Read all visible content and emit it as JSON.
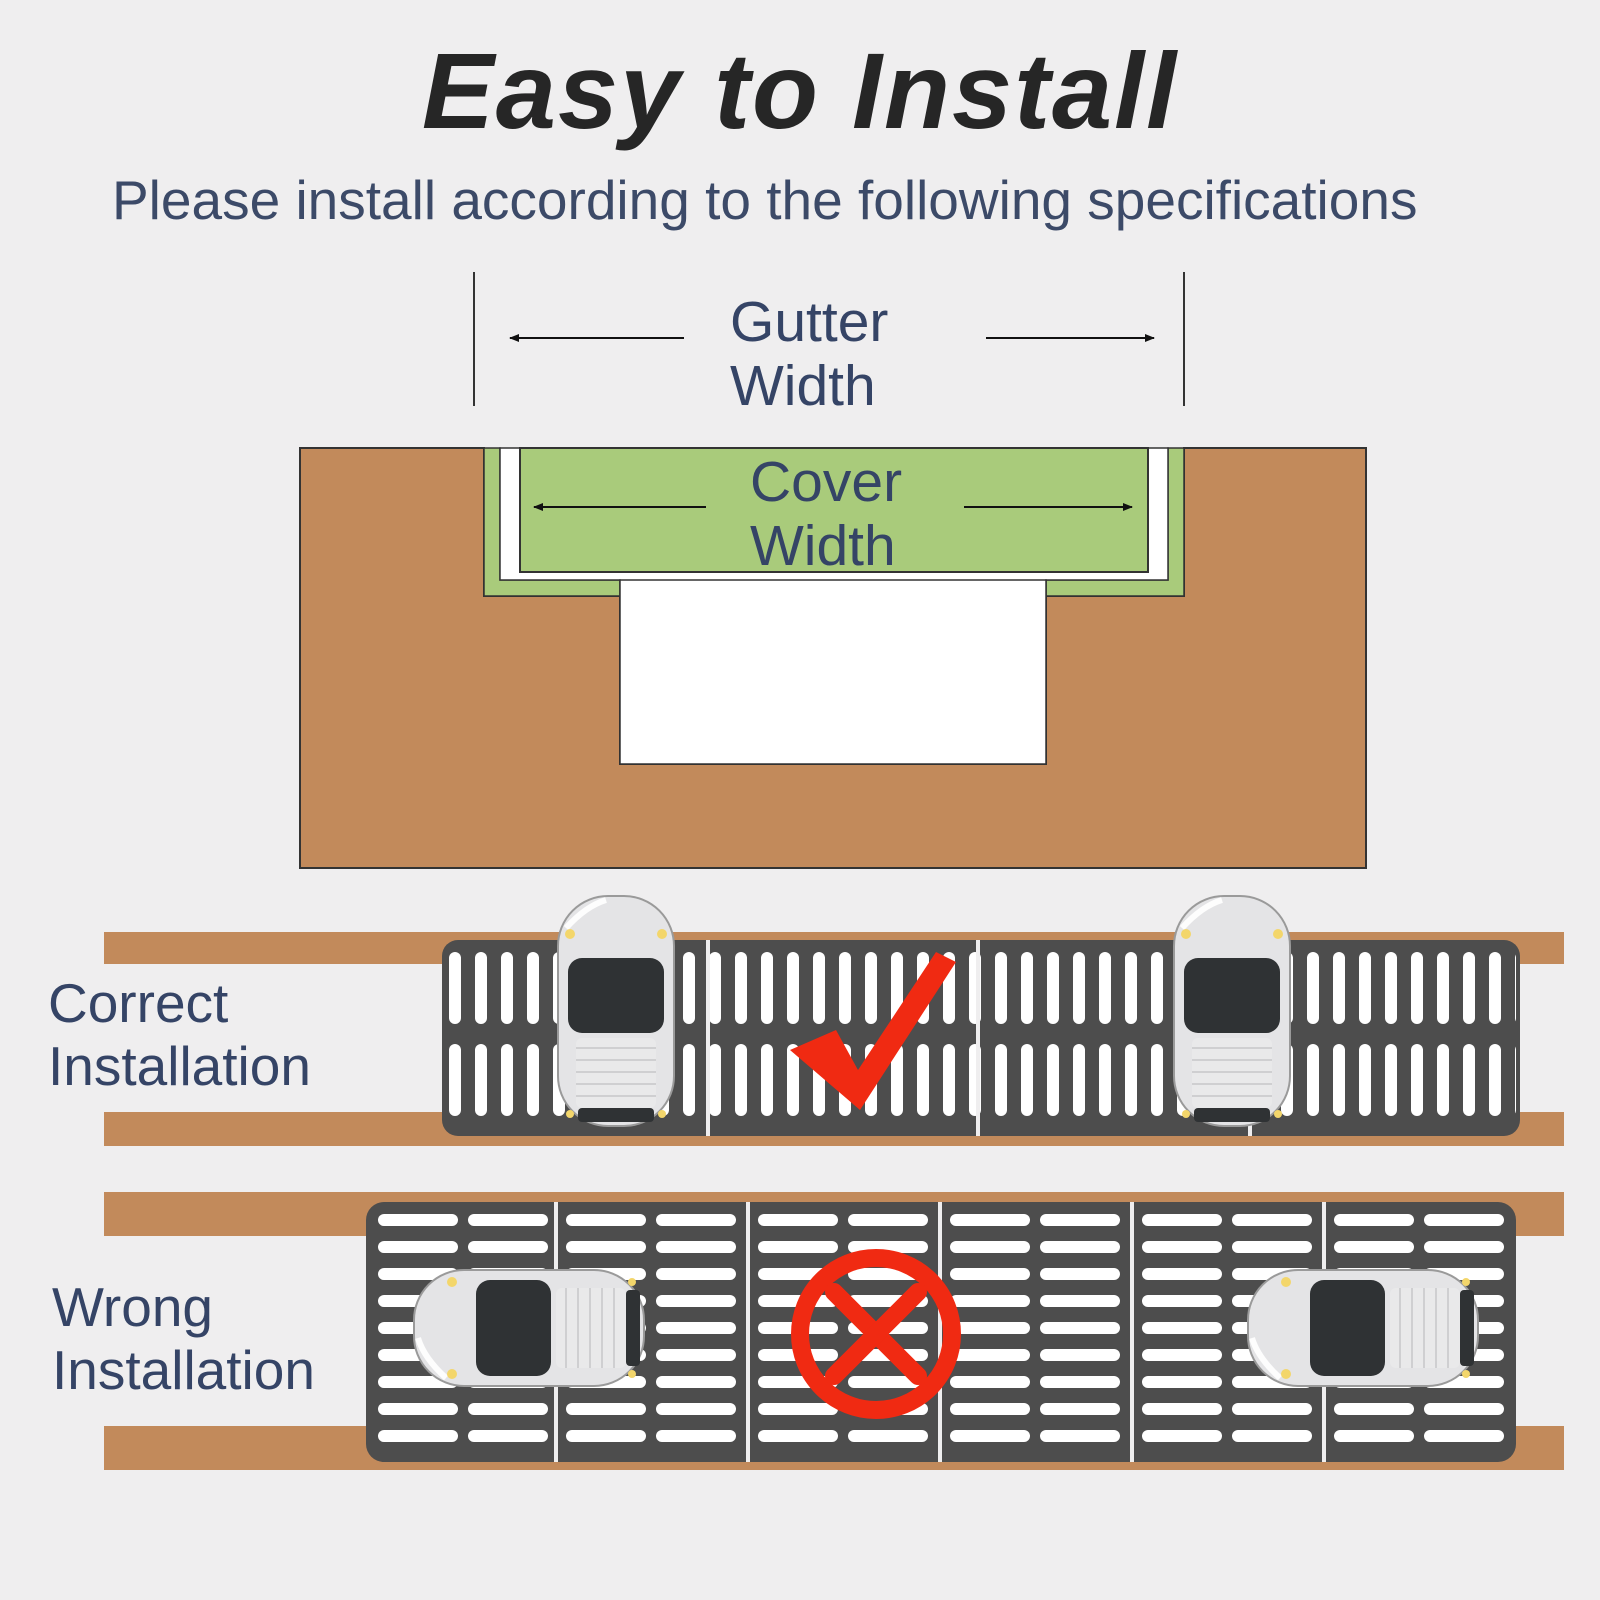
{
  "header": {
    "title": "Easy to Install",
    "subtitle": "Please install according to the following specifications"
  },
  "diagram": {
    "gutter_label": [
      "Gutter",
      "Width"
    ],
    "cover_label": [
      "Cover",
      "Width"
    ]
  },
  "rows": {
    "correct_label": [
      "Correct",
      "Installation"
    ],
    "wrong_label": [
      "Wrong",
      "Installation"
    ]
  },
  "colors": {
    "ground": "#c28a5b",
    "cover": "#a9cb7b",
    "grate": "#4d4d4d",
    "slot": "#ffffff",
    "check": "#f02a12",
    "cross": "#f02a12",
    "text": "#354466"
  },
  "icons": [
    "checkmark-icon",
    "prohibited-icon",
    "car-icon"
  ]
}
